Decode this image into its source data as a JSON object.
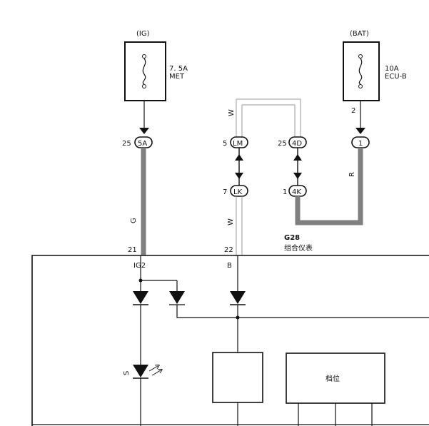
{
  "fuses": {
    "ig": {
      "source": "(IG)",
      "rating": "7. 5A",
      "name": "MET"
    },
    "bat": {
      "source": "(BAT)",
      "rating": "10A",
      "name": "ECU-B"
    }
  },
  "connectors": {
    "c5a": {
      "code": "5A",
      "pin": "25"
    },
    "lm": {
      "code": "LM",
      "pin": "5"
    },
    "c4d": {
      "code": "4D",
      "pin": "25"
    },
    "c1": {
      "code": "1",
      "pin": ""
    },
    "lk": {
      "code": "LK",
      "pin": "7"
    },
    "c4k": {
      "code": "4K",
      "pin": "1"
    }
  },
  "fuse_bat_pin": "2",
  "wire_colors": {
    "ig_wire": "G",
    "bat_wire": "R",
    "lm_loop": "W",
    "lk_wire": "W",
    "led": "S"
  },
  "component": {
    "code": "G28",
    "name": "组合仪表",
    "pin_ig2": "21",
    "pin_b": "22",
    "terminal_ig2": "IG2",
    "terminal_b": "B",
    "gear_block": "档位"
  },
  "colors": {
    "line": "#111111",
    "thick_wire": "#7f7f7f",
    "thin_wire": "#9a9a9a"
  }
}
